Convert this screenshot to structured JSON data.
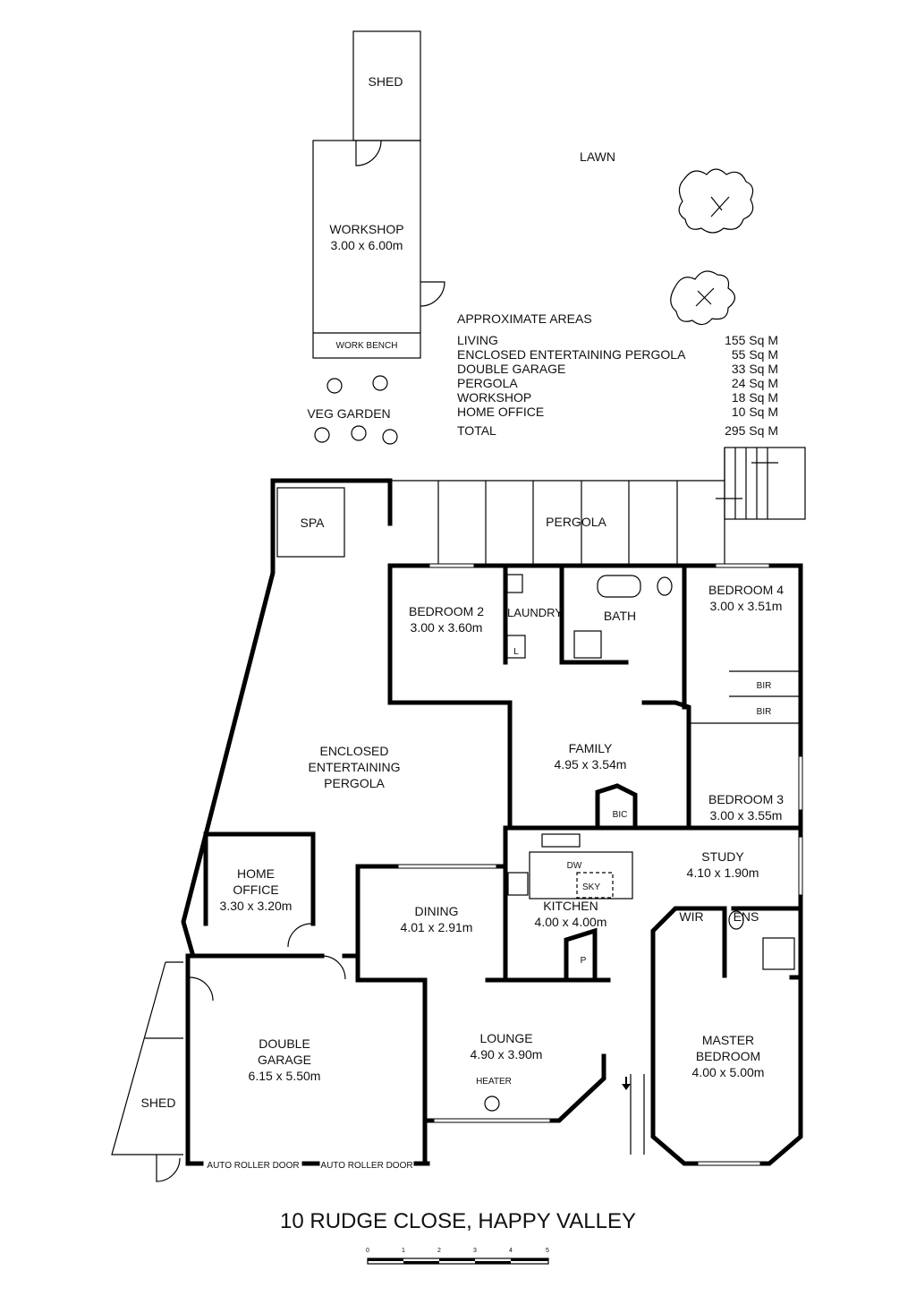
{
  "title": "10 RUDGE CLOSE, HAPPY VALLEY",
  "outdoor": {
    "shed_top": "SHED",
    "workshop": "WORKSHOP",
    "workshop_dim": "3.00 x 6.00m",
    "work_bench": "WORK BENCH",
    "lawn": "LAWN",
    "veg_garden": "VEG GARDEN",
    "spa": "SPA",
    "pergola": "PERGOLA",
    "shed_side": "SHED"
  },
  "rooms": {
    "bedroom2": {
      "name": "BEDROOM 2",
      "dim": "3.00 x 3.60m"
    },
    "laundry": {
      "name": "LAUNDRY"
    },
    "laundry_l": {
      "name": "L"
    },
    "bath": {
      "name": "BATH"
    },
    "bedroom4": {
      "name": "BEDROOM 4",
      "dim": "3.00 x 3.51m"
    },
    "bir1": {
      "name": "BIR"
    },
    "bir2": {
      "name": "BIR"
    },
    "pergola_enclosed": {
      "line1": "ENCLOSED",
      "line2": "ENTERTAINING",
      "line3": "PERGOLA"
    },
    "family": {
      "name": "FAMILY",
      "dim": "4.95 x 3.54m"
    },
    "bic": {
      "name": "BIC"
    },
    "bedroom3": {
      "name": "BEDROOM 3",
      "dim": "3.00 x 3.55m"
    },
    "study": {
      "name": "STUDY",
      "dim": "4.10 x 1.90m"
    },
    "home_office": {
      "line1": "HOME",
      "line2": "OFFICE",
      "dim": "3.30 x 3.20m"
    },
    "dining": {
      "name": "DINING",
      "dim": "4.01 x 2.91m"
    },
    "kitchen": {
      "name": "KITCHEN",
      "dim": "4.00 x 4.00m",
      "dw": "DW",
      "sky": "SKY",
      "pantry": "P"
    },
    "wir": {
      "name": "WIR"
    },
    "ens": {
      "name": "ENS"
    },
    "lounge": {
      "name": "LOUNGE",
      "dim": "4.90 x 3.90m",
      "heater": "HEATER"
    },
    "master": {
      "line1": "MASTER",
      "line2": "BEDROOM",
      "dim": "4.00 x 5.00m"
    },
    "garage": {
      "line1": "DOUBLE",
      "line2": "GARAGE",
      "dim": "6.15 x 5.50m",
      "door1": "AUTO ROLLER DOOR",
      "door2": "AUTO ROLLER DOOR"
    }
  },
  "areas": {
    "heading": "APPROXIMATE AREAS",
    "rows": [
      {
        "label": "LIVING",
        "value": "155 Sq M"
      },
      {
        "label": "ENCLOSED ENTERTAINING PERGOLA",
        "value": "55 Sq M"
      },
      {
        "label": "DOUBLE GARAGE",
        "value": "33 Sq M"
      },
      {
        "label": "PERGOLA",
        "value": "24 Sq M"
      },
      {
        "label": "WORKSHOP",
        "value": "18 Sq M"
      },
      {
        "label": "HOME OFFICE",
        "value": "10 Sq M"
      }
    ],
    "total_label": "TOTAL",
    "total_value": "295 Sq M"
  },
  "scale": {
    "ticks": [
      "0",
      "1",
      "2",
      "3",
      "4",
      "5"
    ]
  }
}
